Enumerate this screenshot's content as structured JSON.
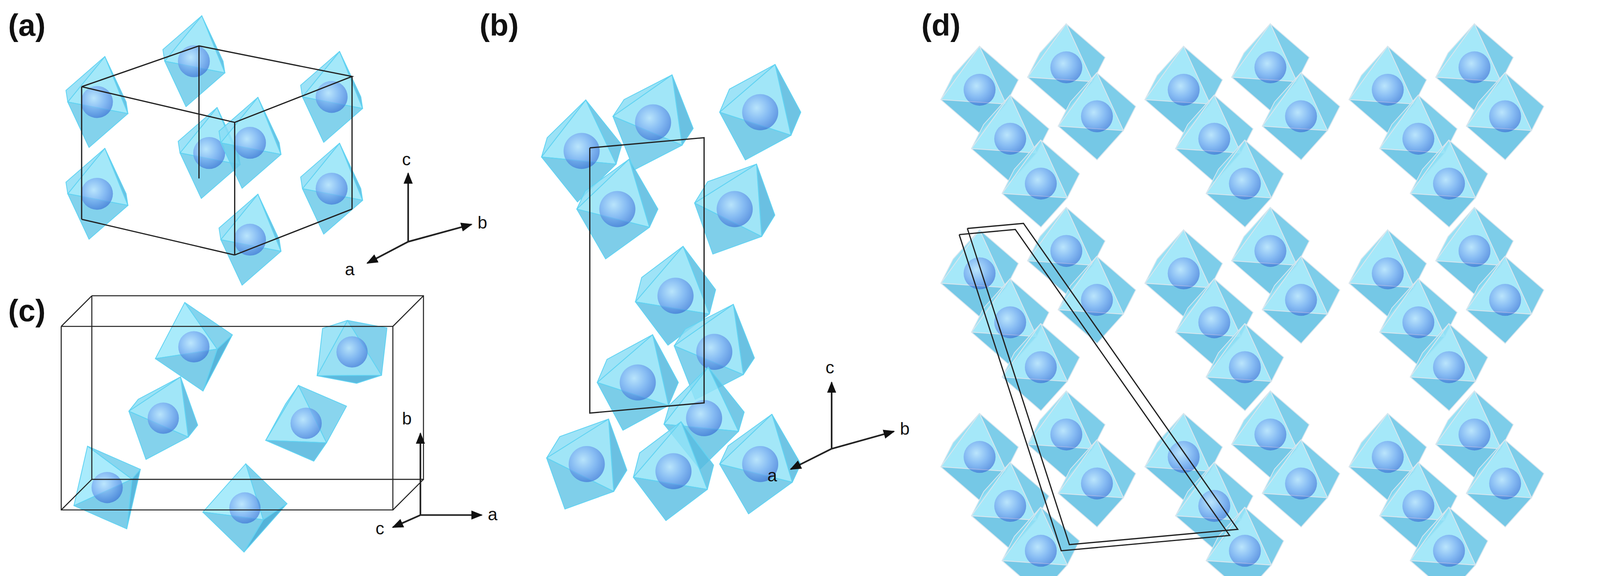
{
  "diagram": {
    "labels": [
      "(a)",
      "c",
      "a",
      "b",
      "(b)",
      "c",
      "a",
      "b",
      "(d)",
      "(c)",
      "b",
      "c",
      "a"
    ]
  }
}
